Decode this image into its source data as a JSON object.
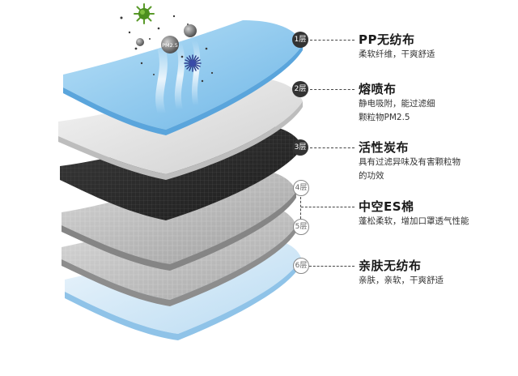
{
  "layers": [
    {
      "badge": "1层",
      "title": "PP无纺布",
      "desc": [
        "柔软纤维，干爽舒适"
      ]
    },
    {
      "badge": "2层",
      "title": "熔喷布",
      "desc": [
        "静电吸附，能过滤细",
        "颗粒物PM2.5"
      ]
    },
    {
      "badge": "3层",
      "title": "活性炭布",
      "desc": [
        "具有过滤异味及有害颗粒物",
        "的功效"
      ]
    },
    {
      "badge": "4层",
      "title": "",
      "desc": []
    },
    {
      "badge": "5层",
      "title": "",
      "desc": []
    },
    {
      "badge": "6层",
      "title": "亲肤无纺布",
      "desc": [
        "亲肤，亲软，干爽舒适"
      ]
    }
  ],
  "es_label": {
    "title": "中空ES棉",
    "desc": [
      "蓬松柔软，增加口罩透气性能"
    ]
  },
  "particle_label": "PM2.5",
  "colors": {
    "layer1": "#8ec9ee",
    "layer2": "#e4e4e4",
    "layer3": "#2b2b2b",
    "layer4": "#b9b9b9",
    "layer5": "#bdbdbd",
    "layer6": "#d6e9f7",
    "virus": "#5a9a2a"
  }
}
